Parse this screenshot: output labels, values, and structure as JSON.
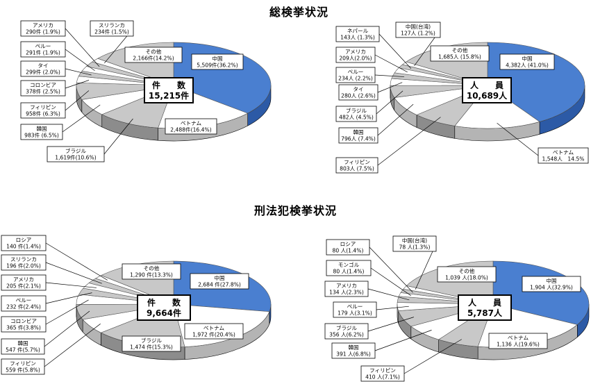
{
  "section_titles": {
    "overall": "総検挙状況",
    "penal": "刑法犯検挙状況"
  },
  "colors": {
    "china": "#4a7fd0",
    "china_side": "#2c5aa6",
    "white": "#ffffff",
    "gray": "#c8c8c8",
    "side_white": "#b4b4b4",
    "side_gray": "#8c8c8c",
    "outline": "#000000"
  },
  "chart_data": [
    {
      "type": "pie",
      "title": "",
      "center_label": "件　　数",
      "center_value": "15,215件",
      "slices": [
        {
          "name": "中国",
          "value": 5509,
          "label": "中国\n5,509件(36.2%)"
        },
        {
          "name": "ベトナム",
          "value": 2488,
          "label": "ベトナム\n2,488件(16.4%)"
        },
        {
          "name": "ブラジル",
          "value": 1619,
          "label": "ブラジル\n1,619件(10.6%)"
        },
        {
          "name": "韓国",
          "value": 983,
          "label": "韓国\n983件 (6.5%)"
        },
        {
          "name": "フィリピン",
          "value": 958,
          "label": "フィリピン\n958件 (6.3%)"
        },
        {
          "name": "コロンビア",
          "value": 378,
          "label": "コロンビア\n378件 (2.5%)"
        },
        {
          "name": "タイ",
          "value": 299,
          "label": "タイ\n299件 (2.0%)"
        },
        {
          "name": "ペルー",
          "value": 291,
          "label": "ペルー\n291件 (1.9%)"
        },
        {
          "name": "アメリカ",
          "value": 290,
          "label": "アメリカ\n290件 (1.9%)"
        },
        {
          "name": "スリランカ",
          "value": 234,
          "label": "スリランカ\n234件 (1.5%)"
        },
        {
          "name": "その他",
          "value": 2166,
          "label": "その他\n2,166件(14.2%)"
        }
      ]
    },
    {
      "type": "pie",
      "title": "",
      "center_label": "人　　員",
      "center_value": "10,689人",
      "slices": [
        {
          "name": "中国",
          "value": 4382,
          "label": "中国\n4,382人 (41.0%)"
        },
        {
          "name": "ベトナム",
          "value": 1548,
          "label": "ベトナム\n1,548人　14.5%"
        },
        {
          "name": "フィリピン",
          "value": 803,
          "label": "フィリピン\n803人 (7.5%)"
        },
        {
          "name": "韓国",
          "value": 796,
          "label": "韓国\n796人 (7.4%)"
        },
        {
          "name": "ブラジル",
          "value": 482,
          "label": "ブラジル\n482人 (4.5%)"
        },
        {
          "name": "タイ",
          "value": 280,
          "label": "タイ\n280人 (2.6%)"
        },
        {
          "name": "ペルー",
          "value": 234,
          "label": "ペルー\n234人 (2.2%)"
        },
        {
          "name": "アメリカ",
          "value": 209,
          "label": "アメリカ\n209人(2.0%)"
        },
        {
          "name": "ネパール",
          "value": 143,
          "label": "ネパール\n143人 (1.3%)"
        },
        {
          "name": "中国(台湾)",
          "value": 127,
          "label": "中国(台湾)\n127人 (1.2%)"
        },
        {
          "name": "その他",
          "value": 1685,
          "label": "その他\n1,685人 (15.8%)"
        }
      ]
    },
    {
      "type": "pie",
      "title": "",
      "center_label": "件　　数",
      "center_value": "9,664件",
      "slices": [
        {
          "name": "中国",
          "value": 2684,
          "label": "中国\n2,684 件(27.8%)"
        },
        {
          "name": "ベトナム",
          "value": 1972,
          "label": "ベトナム\n1,972 件(20.4%)"
        },
        {
          "name": "ブラジル",
          "value": 1474,
          "label": "ブラジル\n1,474 件(15.3%)"
        },
        {
          "name": "フィリピン",
          "value": 559,
          "label": "フィリピン\n559 件(5.8%)"
        },
        {
          "name": "韓国",
          "value": 547,
          "label": "韓国\n547 件(5.7%)"
        },
        {
          "name": "コロンビア",
          "value": 365,
          "label": "コロンビア\n365 件(3.8%)"
        },
        {
          "name": "ペルー",
          "value": 232,
          "label": "ペルー\n232 件(2.4%)"
        },
        {
          "name": "アメリカ",
          "value": 205,
          "label": "アメリカ\n205 件(2.1%)"
        },
        {
          "name": "スリランカ",
          "value": 196,
          "label": "スリランカ\n196 件(2.0%)"
        },
        {
          "name": "ロシア",
          "value": 140,
          "label": "ロシア\n140 件(1.4%)"
        },
        {
          "name": "その他",
          "value": 1290,
          "label": "その他\n1,290 件(13.3%)"
        }
      ]
    },
    {
      "type": "pie",
      "title": "",
      "center_label": "人　　員",
      "center_value": "5,787人",
      "slices": [
        {
          "name": "中国",
          "value": 1904,
          "label": "中国\n1,904 人(32.9%)"
        },
        {
          "name": "ベトナム",
          "value": 1136,
          "label": "ベトナム\n1,136 人(19.6%)"
        },
        {
          "name": "フィリピン",
          "value": 410,
          "label": "フィリピン\n410 人(7.1%)"
        },
        {
          "name": "韓国",
          "value": 391,
          "label": "韓国\n391 人(6.8%)"
        },
        {
          "name": "ブラジル",
          "value": 356,
          "label": "ブラジル\n356 人(6.2%)"
        },
        {
          "name": "ペルー",
          "value": 179,
          "label": "ペルー\n179 人(3.1%)"
        },
        {
          "name": "アメリカ",
          "value": 134,
          "label": "アメリカ\n134 人(2.3%)"
        },
        {
          "name": "モンゴル",
          "value": 80,
          "label": "モンゴル\n80 人(1.4%)"
        },
        {
          "name": "ロシア",
          "value": 80,
          "label": "ロシア\n80 人(1.4%)"
        },
        {
          "name": "中国(台湾)",
          "value": 78,
          "label": "中国(台湾)\n78 人(1.3%)"
        },
        {
          "name": "その他",
          "value": 1039,
          "label": "その他\n1,039 人(18.0%)"
        }
      ]
    }
  ]
}
